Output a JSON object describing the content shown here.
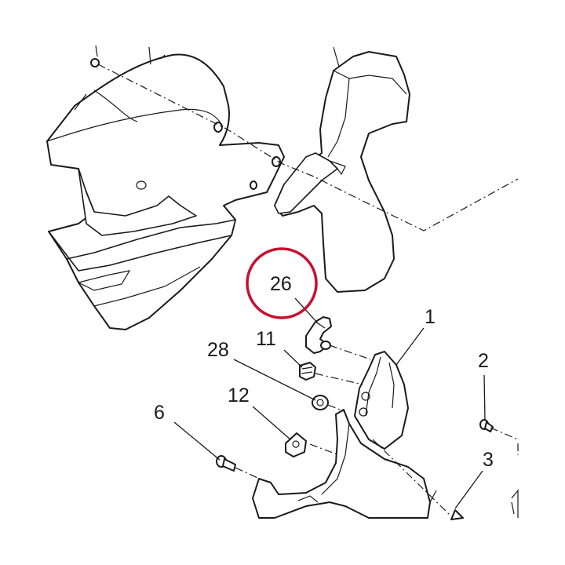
{
  "callouts": {
    "c26": "26",
    "c1": "1",
    "c11": "11",
    "c28": "28",
    "c2": "2",
    "c12": "12",
    "c6": "6",
    "c3": "3"
  },
  "highlight_color": "#c8102e",
  "line_color": "#1a1a1a"
}
